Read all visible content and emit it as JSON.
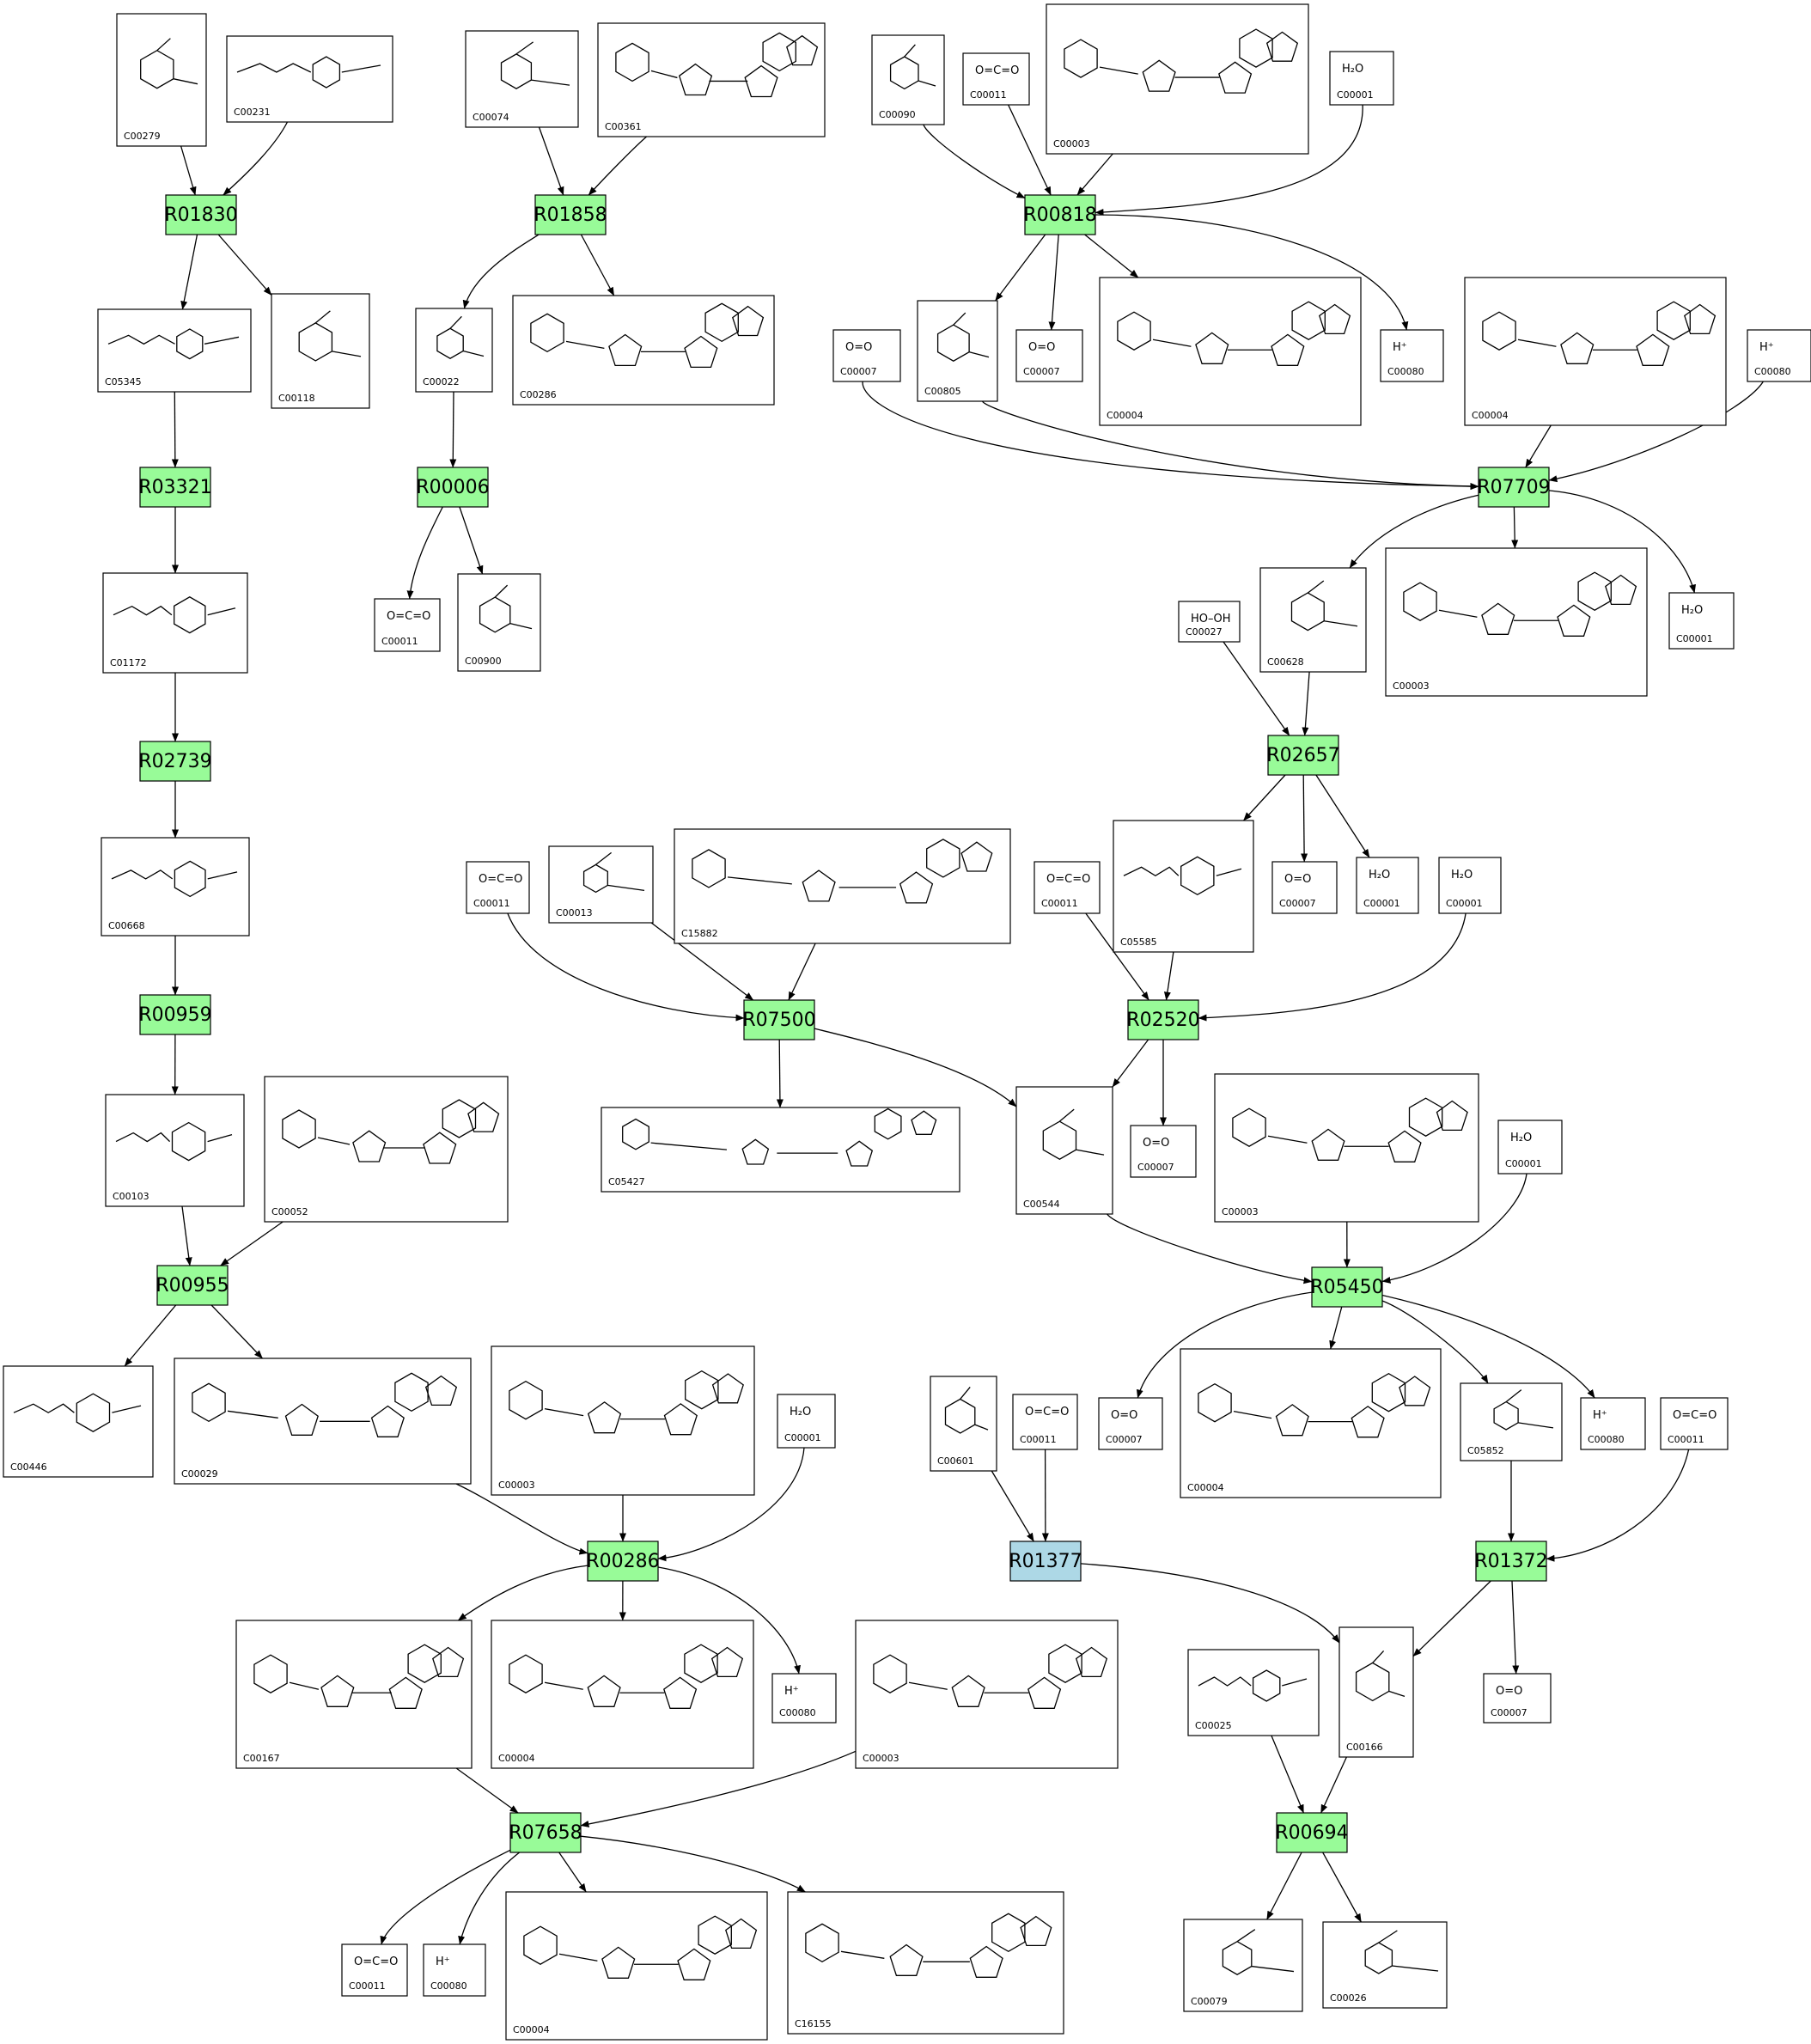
{
  "colors": {
    "reaction": "#98fb98",
    "reaction_highlight": "#add8e6",
    "border": "#000000",
    "edge": "#000000"
  },
  "reactions": [
    {
      "id": "R01830",
      "label": "R01830"
    },
    {
      "id": "R01858",
      "label": "R01858"
    },
    {
      "id": "R00818",
      "label": "R00818"
    },
    {
      "id": "R03321",
      "label": "R03321"
    },
    {
      "id": "R00006",
      "label": "R00006"
    },
    {
      "id": "R07709",
      "label": "R07709"
    },
    {
      "id": "R02739",
      "label": "R02739"
    },
    {
      "id": "R02657",
      "label": "R02657"
    },
    {
      "id": "R00959",
      "label": "R00959"
    },
    {
      "id": "R07500",
      "label": "R07500"
    },
    {
      "id": "R02520",
      "label": "R02520"
    },
    {
      "id": "R00955",
      "label": "R00955"
    },
    {
      "id": "R05450",
      "label": "R05450"
    },
    {
      "id": "R00286",
      "label": "R00286"
    },
    {
      "id": "R01377",
      "label": "R01377",
      "highlight": true
    },
    {
      "id": "R01372",
      "label": "R01372"
    },
    {
      "id": "R07658",
      "label": "R07658"
    },
    {
      "id": "R00694",
      "label": "R00694"
    }
  ],
  "compounds": [
    {
      "id": "c00279a",
      "label": "C00279",
      "formula": ""
    },
    {
      "id": "c00231a",
      "label": "C00231",
      "formula": ""
    },
    {
      "id": "c00074a",
      "label": "C00074",
      "formula": ""
    },
    {
      "id": "c00361a",
      "label": "C00361",
      "formula": ""
    },
    {
      "id": "c00090a",
      "label": "C00090",
      "formula": ""
    },
    {
      "id": "c00011a",
      "label": "C00011",
      "formula": "O=C=O"
    },
    {
      "id": "c00003a",
      "label": "C00003",
      "formula": ""
    },
    {
      "id": "c00001a",
      "label": "C00001",
      "formula": "H₂O"
    },
    {
      "id": "c05345a",
      "label": "C05345",
      "formula": ""
    },
    {
      "id": "c00118a",
      "label": "C00118",
      "formula": ""
    },
    {
      "id": "c00022a",
      "label": "C00022",
      "formula": ""
    },
    {
      "id": "c00286a",
      "label": "C00286",
      "formula": ""
    },
    {
      "id": "c00007a",
      "label": "C00007",
      "formula": "O=O"
    },
    {
      "id": "c00805a",
      "label": "C00805",
      "formula": ""
    },
    {
      "id": "c00007b",
      "label": "C00007",
      "formula": "O=O"
    },
    {
      "id": "c00004a",
      "label": "C00004",
      "formula": ""
    },
    {
      "id": "c00080a",
      "label": "C00080",
      "formula": "H⁺"
    },
    {
      "id": "c00004b",
      "label": "C00004",
      "formula": ""
    },
    {
      "id": "c00080b",
      "label": "C00080",
      "formula": "H⁺"
    },
    {
      "id": "c01172a",
      "label": "C01172",
      "formula": ""
    },
    {
      "id": "c00011b",
      "label": "C00011",
      "formula": "O=C=O"
    },
    {
      "id": "c00900a",
      "label": "C00900",
      "formula": ""
    },
    {
      "id": "c00027a",
      "label": "C00027",
      "formula": "HO–OH"
    },
    {
      "id": "c00628a",
      "label": "C00628",
      "formula": ""
    },
    {
      "id": "c00003b",
      "label": "C00003",
      "formula": ""
    },
    {
      "id": "c00001b",
      "label": "C00001",
      "formula": "H₂O"
    },
    {
      "id": "c00668a",
      "label": "C00668",
      "formula": ""
    },
    {
      "id": "c00011c",
      "label": "C00011",
      "formula": "O=C=O"
    },
    {
      "id": "c00013a",
      "label": "C00013",
      "formula": ""
    },
    {
      "id": "c15882a",
      "label": "C15882",
      "formula": ""
    },
    {
      "id": "c00011d",
      "label": "C00011",
      "formula": "O=C=O"
    },
    {
      "id": "c05585a",
      "label": "C05585",
      "formula": ""
    },
    {
      "id": "c00007c",
      "label": "C00007",
      "formula": "O=O"
    },
    {
      "id": "c00001c",
      "label": "C00001",
      "formula": "H₂O"
    },
    {
      "id": "c00001d",
      "label": "C00001",
      "formula": "H₂O"
    },
    {
      "id": "c00103a",
      "label": "C00103",
      "formula": ""
    },
    {
      "id": "c00052a",
      "label": "C00052",
      "formula": ""
    },
    {
      "id": "c05427a",
      "label": "C05427",
      "formula": ""
    },
    {
      "id": "c00544a",
      "label": "C00544",
      "formula": ""
    },
    {
      "id": "c00007d",
      "label": "C00007",
      "formula": "O=O"
    },
    {
      "id": "c00003c",
      "label": "C00003",
      "formula": ""
    },
    {
      "id": "c00001e",
      "label": "C00001",
      "formula": "H₂O"
    },
    {
      "id": "c00446a",
      "label": "C00446",
      "formula": ""
    },
    {
      "id": "c00029a",
      "label": "C00029",
      "formula": ""
    },
    {
      "id": "c00003d",
      "label": "C00003",
      "formula": ""
    },
    {
      "id": "c00001f",
      "label": "C00001",
      "formula": "H₂O"
    },
    {
      "id": "c00601a",
      "label": "C00601",
      "formula": ""
    },
    {
      "id": "c00011e",
      "label": "C00011",
      "formula": "O=C=O"
    },
    {
      "id": "c00007e",
      "label": "C00007",
      "formula": "O=O"
    },
    {
      "id": "c00004c",
      "label": "C00004",
      "formula": ""
    },
    {
      "id": "c05852a",
      "label": "C05852",
      "formula": ""
    },
    {
      "id": "c00080c",
      "label": "C00080",
      "formula": "H⁺"
    },
    {
      "id": "c00011f",
      "label": "C00011",
      "formula": "O=C=O"
    },
    {
      "id": "c00167a",
      "label": "C00167",
      "formula": ""
    },
    {
      "id": "c00004d",
      "label": "C00004",
      "formula": ""
    },
    {
      "id": "c00080d",
      "label": "C00080",
      "formula": "H⁺"
    },
    {
      "id": "c00003e",
      "label": "C00003",
      "formula": ""
    },
    {
      "id": "c00025a",
      "label": "C00025",
      "formula": ""
    },
    {
      "id": "c00166a",
      "label": "C00166",
      "formula": ""
    },
    {
      "id": "c00007f",
      "label": "C00007",
      "formula": "O=O"
    },
    {
      "id": "c00011g",
      "label": "C00011",
      "formula": "O=C=O"
    },
    {
      "id": "c00080e",
      "label": "C00080",
      "formula": "H⁺"
    },
    {
      "id": "c00004e",
      "label": "C00004",
      "formula": ""
    },
    {
      "id": "c16155a",
      "label": "C16155",
      "formula": ""
    },
    {
      "id": "c00079a",
      "label": "C00079",
      "formula": ""
    },
    {
      "id": "c00026a",
      "label": "C00026",
      "formula": ""
    }
  ],
  "edges": [
    [
      "c00279a",
      "R01830"
    ],
    [
      "c00231a",
      "R01830"
    ],
    [
      "R01830",
      "c05345a"
    ],
    [
      "R01830",
      "c00118a"
    ],
    [
      "c00074a",
      "R01858"
    ],
    [
      "c00361a",
      "R01858"
    ],
    [
      "R01858",
      "c00022a"
    ],
    [
      "R01858",
      "c00286a"
    ],
    [
      "c00090a",
      "R00818"
    ],
    [
      "c00011a",
      "R00818"
    ],
    [
      "c00003a",
      "R00818"
    ],
    [
      "c00001a",
      "R00818"
    ],
    [
      "R00818",
      "c00805a"
    ],
    [
      "R00818",
      "c00007b"
    ],
    [
      "R00818",
      "c00004a"
    ],
    [
      "R00818",
      "c00080a"
    ],
    [
      "c05345a",
      "R03321"
    ],
    [
      "R03321",
      "c01172a"
    ],
    [
      "c00022a",
      "R00006"
    ],
    [
      "R00006",
      "c00011b"
    ],
    [
      "R00006",
      "c00900a"
    ],
    [
      "c00007a",
      "R07709"
    ],
    [
      "c00805a",
      "R07709"
    ],
    [
      "c00004b",
      "R07709"
    ],
    [
      "c00080b",
      "R07709"
    ],
    [
      "R07709",
      "c00628a"
    ],
    [
      "R07709",
      "c00003b"
    ],
    [
      "R07709",
      "c00001b"
    ],
    [
      "c01172a",
      "R02739"
    ],
    [
      "R02739",
      "c00668a"
    ],
    [
      "c00027a",
      "R02657"
    ],
    [
      "c00628a",
      "R02657"
    ],
    [
      "R02657",
      "c05585a"
    ],
    [
      "R02657",
      "c00007c"
    ],
    [
      "R02657",
      "c00001c"
    ],
    [
      "c00668a",
      "R00959"
    ],
    [
      "R00959",
      "c00103a"
    ],
    [
      "c00011c",
      "R07500"
    ],
    [
      "c00013a",
      "R07500"
    ],
    [
      "c15882a",
      "R07500"
    ],
    [
      "R07500",
      "c05427a"
    ],
    [
      "R07500",
      "c00544a"
    ],
    [
      "c00011d",
      "R02520"
    ],
    [
      "c05585a",
      "R02520"
    ],
    [
      "c00001d",
      "R02520"
    ],
    [
      "R02520",
      "c00544a"
    ],
    [
      "R02520",
      "c00007d"
    ],
    [
      "c00103a",
      "R00955"
    ],
    [
      "c00052a",
      "R00955"
    ],
    [
      "R00955",
      "c00446a"
    ],
    [
      "R00955",
      "c00029a"
    ],
    [
      "c00544a",
      "R05450"
    ],
    [
      "c00003c",
      "R05450"
    ],
    [
      "c00001e",
      "R05450"
    ],
    [
      "R05450",
      "c00007e"
    ],
    [
      "R05450",
      "c00004c"
    ],
    [
      "R05450",
      "c05852a"
    ],
    [
      "R05450",
      "c00080c"
    ],
    [
      "c00029a",
      "R00286"
    ],
    [
      "c00003d",
      "R00286"
    ],
    [
      "c00001f",
      "R00286"
    ],
    [
      "R00286",
      "c00167a"
    ],
    [
      "R00286",
      "c00004d"
    ],
    [
      "R00286",
      "c00080d"
    ],
    [
      "c00601a",
      "R01377"
    ],
    [
      "c00011e",
      "R01377"
    ],
    [
      "R01377",
      "c00166a"
    ],
    [
      "c05852a",
      "R01372"
    ],
    [
      "c00011f",
      "R01372"
    ],
    [
      "R01372",
      "c00166a"
    ],
    [
      "R01372",
      "c00007f"
    ],
    [
      "c00167a",
      "R07658"
    ],
    [
      "c00003e",
      "R07658"
    ],
    [
      "R07658",
      "c00011g"
    ],
    [
      "R07658",
      "c00080e"
    ],
    [
      "R07658",
      "c00004e"
    ],
    [
      "R07658",
      "c16155a"
    ],
    [
      "c00025a",
      "R00694"
    ],
    [
      "c00166a",
      "R00694"
    ],
    [
      "R00694",
      "c00079a"
    ],
    [
      "R00694",
      "c00026a"
    ]
  ]
}
